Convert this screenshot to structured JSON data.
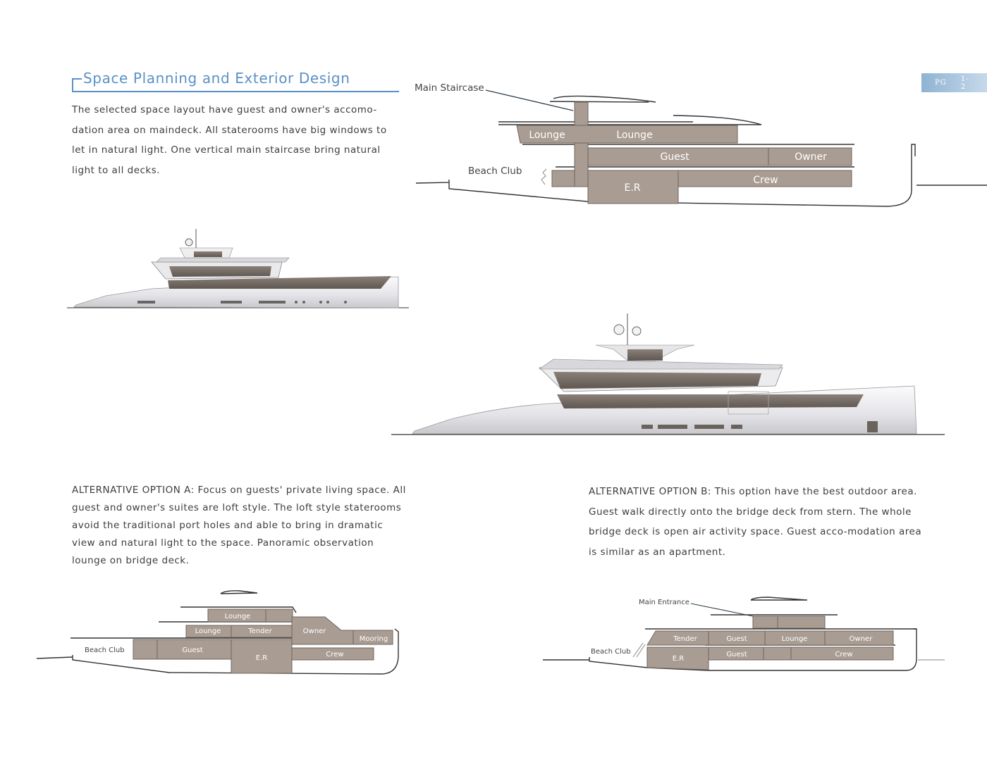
{
  "page": {
    "title": "Space Planning and Exterior Design",
    "page_badge": {
      "prefix": "PG",
      "number": "1-2"
    },
    "intro": "The selected space layout have guest and owner's accomo-dation area on maindeck. All staterooms have big windows to let in natural light. One vertical main staircase bring natural light to all decks.",
    "option_a": "ALTERNATIVE OPTION A: Focus on guests' private living space. All guest and owner's suites are loft style. The loft style staterooms avoid the traditional port holes and able to bring in dramatic view and natural light to the space. Panoramic observation lounge on bridge deck.",
    "option_b": "ALTERNATIVE OPTION B: This option have the best outdoor area. Guest walk directly onto the bridge deck from stern. The whole bridge deck is open air activity space. Guest acco-modation area is similar as an apartment."
  },
  "colors": {
    "accent": "#5b90c6",
    "room": "#a99c92"
  },
  "main_plan": {
    "callout_staircase": "Main Staircase",
    "callout_beach": "Beach Club",
    "rooms": {
      "lounge_aft": "Lounge",
      "lounge_fwd": "Lounge",
      "guest": "Guest",
      "owner": "Owner",
      "crew": "Crew",
      "er": "E.R"
    }
  },
  "plan_a": {
    "beach": "Beach Club",
    "rooms": {
      "lounge_top": "Lounge",
      "lounge": "Lounge",
      "tender": "Tender",
      "owner": "Owner",
      "mooring": "Mooring",
      "guest": "Guest",
      "er": "E.R",
      "crew": "Crew"
    }
  },
  "plan_b": {
    "callout_entrance": "Main Entrance",
    "beach": "Beach Club",
    "rooms": {
      "tender": "Tender",
      "guest_upper": "Guest",
      "lounge": "Lounge",
      "owner": "Owner",
      "er": "E.R",
      "guest_lower": "Guest",
      "crew": "Crew"
    }
  }
}
